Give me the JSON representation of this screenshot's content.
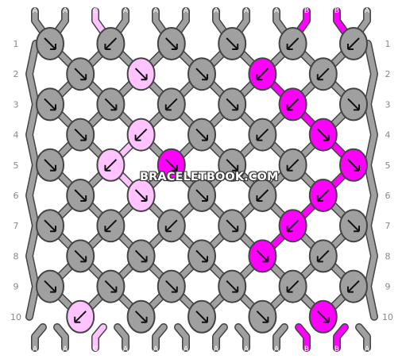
{
  "site": {
    "watermark": "BRACELETBOOK.COM"
  },
  "colors": {
    "A": "#a0a0a0",
    "B": "#ff00ff",
    "C": "#ffc4ff"
  },
  "strings": {
    "top": [
      "A",
      "A",
      "C",
      "A",
      "A",
      "A",
      "A",
      "A",
      "A",
      "B",
      "B",
      "A"
    ],
    "bottom": [
      "A",
      "A",
      "C",
      "A",
      "A",
      "A",
      "A",
      "A",
      "A",
      "B",
      "B",
      "A"
    ]
  },
  "row_labels": [
    "1",
    "2",
    "3",
    "4",
    "5",
    "6",
    "7",
    "8",
    "9",
    "10"
  ],
  "rows": [
    {
      "knots": [
        {
          "color": "A",
          "arrow": "se"
        },
        {
          "color": "A",
          "arrow": "sw"
        },
        {
          "color": "A",
          "arrow": "se"
        },
        {
          "color": "A",
          "arrow": "se"
        },
        {
          "color": "A",
          "arrow": "sw"
        },
        {
          "color": "A",
          "arrow": "sw"
        }
      ]
    },
    {
      "knots": [
        {
          "color": "A",
          "arrow": "se"
        },
        {
          "color": "C",
          "arrow": "se"
        },
        {
          "color": "A",
          "arrow": "se"
        },
        {
          "color": "B",
          "arrow": "sw"
        },
        {
          "color": "A",
          "arrow": "sw"
        }
      ]
    },
    {
      "knots": [
        {
          "color": "A",
          "arrow": "se"
        },
        {
          "color": "A",
          "arrow": "se"
        },
        {
          "color": "A",
          "arrow": "sw"
        },
        {
          "color": "A",
          "arrow": "se"
        },
        {
          "color": "B",
          "arrow": "sw"
        },
        {
          "color": "A",
          "arrow": "se"
        }
      ]
    },
    {
      "knots": [
        {
          "color": "A",
          "arrow": "se"
        },
        {
          "color": "C",
          "arrow": "sw"
        },
        {
          "color": "A",
          "arrow": "se"
        },
        {
          "color": "A",
          "arrow": "sw"
        },
        {
          "color": "B",
          "arrow": "se"
        }
      ]
    },
    {
      "knots": [
        {
          "color": "A",
          "arrow": "se"
        },
        {
          "color": "C",
          "arrow": "sw"
        },
        {
          "color": "B",
          "arrow": "se"
        },
        {
          "color": "A",
          "arrow": "se"
        },
        {
          "color": "A",
          "arrow": "sw"
        },
        {
          "color": "B",
          "arrow": "se"
        }
      ]
    },
    {
      "knots": [
        {
          "color": "A",
          "arrow": "se"
        },
        {
          "color": "C",
          "arrow": "se"
        },
        {
          "color": "A",
          "arrow": "se"
        },
        {
          "color": "A",
          "arrow": "sw"
        },
        {
          "color": "B",
          "arrow": "sw"
        }
      ]
    },
    {
      "knots": [
        {
          "color": "A",
          "arrow": "se"
        },
        {
          "color": "A",
          "arrow": "sw"
        },
        {
          "color": "A",
          "arrow": "sw"
        },
        {
          "color": "A",
          "arrow": "se"
        },
        {
          "color": "B",
          "arrow": "sw"
        },
        {
          "color": "A",
          "arrow": "se"
        }
      ]
    },
    {
      "knots": [
        {
          "color": "A",
          "arrow": "se"
        },
        {
          "color": "A",
          "arrow": "se"
        },
        {
          "color": "A",
          "arrow": "se"
        },
        {
          "color": "B",
          "arrow": "se"
        },
        {
          "color": "A",
          "arrow": "sw"
        }
      ]
    },
    {
      "knots": [
        {
          "color": "A",
          "arrow": "se"
        },
        {
          "color": "A",
          "arrow": "se"
        },
        {
          "color": "A",
          "arrow": "se"
        },
        {
          "color": "A",
          "arrow": "se"
        },
        {
          "color": "A",
          "arrow": "sw"
        },
        {
          "color": "A",
          "arrow": "sw"
        }
      ]
    },
    {
      "knots": [
        {
          "color": "C",
          "arrow": "sw"
        },
        {
          "color": "A",
          "arrow": "se"
        },
        {
          "color": "A",
          "arrow": "se"
        },
        {
          "color": "A",
          "arrow": "se"
        },
        {
          "color": "B",
          "arrow": "se"
        }
      ]
    }
  ]
}
